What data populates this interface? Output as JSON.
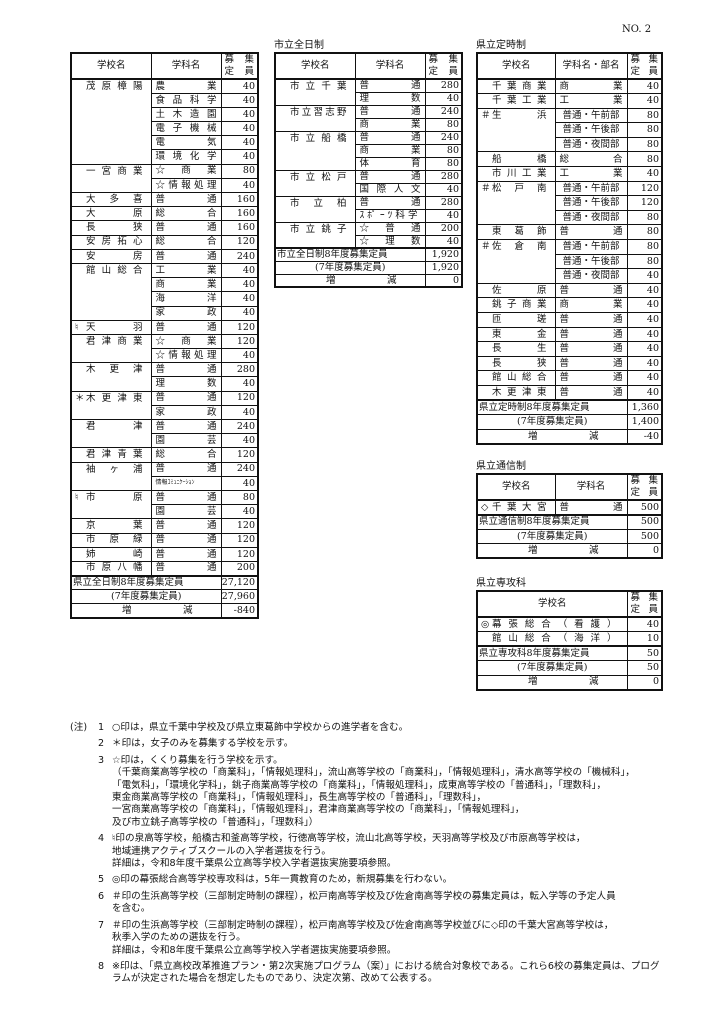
{
  "page_number": "NO. 2",
  "header_labels": {
    "school": "学校名",
    "dept": "学科名",
    "dept_part": "学科名・部名",
    "cap_top": [
      "募",
      "集"
    ],
    "cap_bottom": [
      "定",
      "員"
    ]
  },
  "kenritsu_zennichi": {
    "schools": [
      {
        "mark": "",
        "name": "茂原樟陽",
        "depts": [
          {
            "name": "農業",
            "cap": "40"
          },
          {
            "name": "食品科学",
            "cap": "40"
          },
          {
            "name": "土木造園",
            "cap": "40"
          },
          {
            "name": "電子機械",
            "cap": "40"
          },
          {
            "name": "電気",
            "cap": "40"
          },
          {
            "name": "環境化学",
            "cap": "40"
          }
        ]
      },
      {
        "mark": "",
        "name": "一宮商業",
        "depts": [
          {
            "name": "☆商業",
            "cap": "80"
          },
          {
            "name": "☆情報処理",
            "cap": "40"
          }
        ]
      },
      {
        "mark": "",
        "name": "大多喜",
        "depts": [
          {
            "name": "普通",
            "cap": "160"
          }
        ]
      },
      {
        "mark": "",
        "name": "大原",
        "depts": [
          {
            "name": "総合",
            "cap": "160"
          }
        ]
      },
      {
        "mark": "",
        "name": "長狭",
        "depts": [
          {
            "name": "普通",
            "cap": "160"
          }
        ]
      },
      {
        "mark": "",
        "name": "安房拓心",
        "depts": [
          {
            "name": "総合",
            "cap": "120"
          }
        ]
      },
      {
        "mark": "",
        "name": "安房",
        "depts": [
          {
            "name": "普通",
            "cap": "240"
          }
        ]
      },
      {
        "mark": "",
        "name": "館山総合",
        "depts": [
          {
            "name": "工業",
            "cap": "40"
          },
          {
            "name": "商業",
            "cap": "40"
          },
          {
            "name": "海洋",
            "cap": "40"
          },
          {
            "name": "家政",
            "cap": "40"
          }
        ]
      },
      {
        "mark": "♮",
        "name": "天羽",
        "depts": [
          {
            "name": "普通",
            "cap": "120"
          }
        ]
      },
      {
        "mark": "",
        "name": "君津商業",
        "depts": [
          {
            "name": "☆商業",
            "cap": "120"
          },
          {
            "name": "☆情報処理",
            "cap": "40"
          }
        ]
      },
      {
        "mark": "",
        "name": "木更津",
        "depts": [
          {
            "name": "普通",
            "cap": "280"
          },
          {
            "name": "理数",
            "cap": "40"
          }
        ]
      },
      {
        "mark": "＊",
        "name": "木更津東",
        "depts": [
          {
            "name": "普通",
            "cap": "120"
          },
          {
            "name": "家政",
            "cap": "40"
          }
        ]
      },
      {
        "mark": "",
        "name": "君津",
        "depts": [
          {
            "name": "普通",
            "cap": "240"
          },
          {
            "name": "園芸",
            "cap": "40"
          }
        ]
      },
      {
        "mark": "",
        "name": "君津青葉",
        "depts": [
          {
            "name": "総合",
            "cap": "120"
          }
        ]
      },
      {
        "mark": "",
        "name": "袖ヶ浦",
        "depts": [
          {
            "name": "普通",
            "cap": "240"
          },
          {
            "name": "情報ｺﾐｭﾆｹｰｼｮﾝ",
            "cap": "40",
            "tiny": true
          }
        ]
      },
      {
        "mark": "♮",
        "name": "市原",
        "depts": [
          {
            "name": "普通",
            "cap": "80"
          },
          {
            "name": "園芸",
            "cap": "40"
          }
        ]
      },
      {
        "mark": "",
        "name": "京葉",
        "depts": [
          {
            "name": "普通",
            "cap": "120"
          }
        ]
      },
      {
        "mark": "",
        "name": "市原緑",
        "depts": [
          {
            "name": "普通",
            "cap": "120"
          }
        ]
      },
      {
        "mark": "",
        "name": "姉崎",
        "depts": [
          {
            "name": "普通",
            "cap": "120"
          }
        ]
      },
      {
        "mark": "",
        "name": "市原八幡",
        "depts": [
          {
            "name": "普通",
            "cap": "200"
          }
        ]
      }
    ],
    "summary": [
      {
        "label": "県立全日制8年度募集定員",
        "value": "27,120"
      },
      {
        "label": "(7年度募集定員)",
        "value": "27,960"
      },
      {
        "label": "増　減",
        "value": "-840"
      }
    ]
  },
  "shiritsu_zennichi": {
    "title": "市立全日制",
    "schools": [
      {
        "mark": "",
        "name": "市立千葉",
        "depts": [
          {
            "name": "普通",
            "cap": "280"
          },
          {
            "name": "理数",
            "cap": "40"
          }
        ]
      },
      {
        "mark": "",
        "name": "市立習志野",
        "depts": [
          {
            "name": "普通",
            "cap": "240"
          },
          {
            "name": "商業",
            "cap": "80"
          }
        ]
      },
      {
        "mark": "",
        "name": "市立船橋",
        "depts": [
          {
            "name": "普通",
            "cap": "240"
          },
          {
            "name": "商業",
            "cap": "80"
          },
          {
            "name": "体育",
            "cap": "80"
          }
        ]
      },
      {
        "mark": "",
        "name": "市立松戸",
        "depts": [
          {
            "name": "普通",
            "cap": "280"
          },
          {
            "name": "国際人文",
            "cap": "40"
          }
        ]
      },
      {
        "mark": "",
        "name": "市立柏",
        "depts": [
          {
            "name": "普通",
            "cap": "280"
          },
          {
            "name": "ｽﾎﾟｰﾂ科学",
            "cap": "40"
          }
        ]
      },
      {
        "mark": "",
        "name": "市立銚子",
        "depts": [
          {
            "name": "☆普通",
            "cap": "200"
          },
          {
            "name": "☆理数",
            "cap": "40"
          }
        ]
      }
    ],
    "summary": [
      {
        "label": "市立全日制8年度募集定員",
        "value": "1,920"
      },
      {
        "label": "(7年度募集定員)",
        "value": "1,920"
      },
      {
        "label": "増　減",
        "value": "0"
      }
    ]
  },
  "kenritsu_teiji": {
    "title": "県立定時制",
    "schools": [
      {
        "mark": "",
        "name": "千葉商業",
        "depts": [
          {
            "name": "商業",
            "cap": "40"
          }
        ]
      },
      {
        "mark": "",
        "name": "千葉工業",
        "depts": [
          {
            "name": "工業",
            "cap": "40"
          }
        ]
      },
      {
        "mark": "＃",
        "name": "生浜",
        "depts": [
          {
            "name": "普通・午前部",
            "cap": "80",
            "plain": true
          },
          {
            "name": "普通・午後部",
            "cap": "80",
            "plain": true
          },
          {
            "name": "普通・夜間部",
            "cap": "80",
            "plain": true
          }
        ]
      },
      {
        "mark": "",
        "name": "船橋",
        "depts": [
          {
            "name": "総合",
            "cap": "80"
          }
        ]
      },
      {
        "mark": "",
        "name": "市川工業",
        "depts": [
          {
            "name": "工業",
            "cap": "40"
          }
        ]
      },
      {
        "mark": "＃",
        "name": "松戸南",
        "depts": [
          {
            "name": "普通・午前部",
            "cap": "120",
            "plain": true
          },
          {
            "name": "普通・午後部",
            "cap": "120",
            "plain": true
          },
          {
            "name": "普通・夜間部",
            "cap": "80",
            "plain": true
          }
        ]
      },
      {
        "mark": "",
        "name": "東葛飾",
        "depts": [
          {
            "name": "普通",
            "cap": "80"
          }
        ]
      },
      {
        "mark": "＃",
        "name": "佐倉南",
        "depts": [
          {
            "name": "普通・午前部",
            "cap": "80",
            "plain": true
          },
          {
            "name": "普通・午後部",
            "cap": "80",
            "plain": true
          },
          {
            "name": "普通・夜間部",
            "cap": "40",
            "plain": true
          }
        ]
      },
      {
        "mark": "",
        "name": "佐原",
        "depts": [
          {
            "name": "普通",
            "cap": "40"
          }
        ]
      },
      {
        "mark": "",
        "name": "銚子商業",
        "depts": [
          {
            "name": "商業",
            "cap": "40"
          }
        ]
      },
      {
        "mark": "",
        "name": "匝瑳",
        "depts": [
          {
            "name": "普通",
            "cap": "40"
          }
        ]
      },
      {
        "mark": "",
        "name": "東金",
        "depts": [
          {
            "name": "普通",
            "cap": "40"
          }
        ]
      },
      {
        "mark": "",
        "name": "長生",
        "depts": [
          {
            "name": "普通",
            "cap": "40"
          }
        ]
      },
      {
        "mark": "",
        "name": "長狭",
        "depts": [
          {
            "name": "普通",
            "cap": "40"
          }
        ]
      },
      {
        "mark": "",
        "name": "館山総合",
        "depts": [
          {
            "name": "普通",
            "cap": "40"
          }
        ]
      },
      {
        "mark": "",
        "name": "木更津東",
        "depts": [
          {
            "name": "普通",
            "cap": "40"
          }
        ]
      }
    ],
    "summary": [
      {
        "label": "県立定時制8年度募集定員",
        "value": "1,360"
      },
      {
        "label": "(7年度募集定員)",
        "value": "1,400"
      },
      {
        "label": "増　減",
        "value": "-40"
      }
    ]
  },
  "kenritsu_tsushin": {
    "title": "県立通信制",
    "schools": [
      {
        "mark": "◇",
        "name": "千葉大宮",
        "depts": [
          {
            "name": "普通",
            "cap": "500"
          }
        ]
      }
    ],
    "summary": [
      {
        "label": "県立通信制8年度募集定員",
        "value": "500"
      },
      {
        "label": "(7年度募集定員)",
        "value": "500"
      },
      {
        "label": "増　減",
        "value": "0"
      }
    ]
  },
  "kenritsu_senkou": {
    "title": "県立専攻科",
    "schools": [
      {
        "mark": "◎",
        "name": "幕張総合（看護）",
        "cap": "40"
      },
      {
        "mark": "",
        "name": "館山総合（海洋）",
        "cap": "10"
      }
    ],
    "summary": [
      {
        "label": "県立専攻科8年度募集定員",
        "value": "50"
      },
      {
        "label": "(7年度募集定員)",
        "value": "50"
      },
      {
        "label": "増　減",
        "value": "0"
      }
    ]
  },
  "notes": {
    "prefix": "(注)",
    "items": [
      {
        "num": "1",
        "lines": [
          "○印は，県立千葉中学校及び県立東葛飾中学校からの進学者を含む。"
        ]
      },
      {
        "num": "2",
        "lines": [
          "＊印は，女子のみを募集する学校を示す。"
        ]
      },
      {
        "num": "3",
        "lines": [
          "☆印は，くくり募集を行う学校を示す。",
          "（千葉商業高等学校の「商業科」，「情報処理科」，流山高等学校の「商業科」，「情報処理科」，清水高等学校の「機械科」，",
          "「電気科」，「環境化学科」，銚子商業高等学校の「商業科」，「情報処理科」，成東高等学校の「普通科」，「理数科」，",
          "東金商業高等学校の「商業科」，「情報処理科」，長生高等学校の「普通科」，「理数科」，",
          "一宮商業高等学校の「商業科」，「情報処理科」，君津商業高等学校の「商業科」，「情報処理科」，",
          "及び市立銚子高等学校の「普通科」，「理数科」）"
        ]
      },
      {
        "num": "4",
        "lines": [
          "♮印の泉高等学校，船橋古和釜高等学校，行徳高等学校，流山北高等学校，天羽高等学校及び市原高等学校は，",
          "地域連携アクティブスクールの入学者選抜を行う。",
          "詳細は，令和8年度千葉県公立高等学校入学者選抜実施要項参照。"
        ]
      },
      {
        "num": "5",
        "lines": [
          "◎印の幕張総合高等学校専攻科は，5年一貫教育のため，新規募集を行わない。"
        ]
      },
      {
        "num": "6",
        "lines": [
          "＃印の生浜高等学校（三部制定時制の課程），松戸南高等学校及び佐倉南高等学校の募集定員は，転入学等の予定人員",
          "を含む。"
        ]
      },
      {
        "num": "7",
        "lines": [
          "＃印の生浜高等学校（三部制定時制の課程），松戸南高等学校及び佐倉南高等学校並びに◇印の千葉大宮高等学校は，",
          "秋季入学のための選抜を行う。",
          "詳細は，令和8年度千葉県公立高等学校入学者選抜実施要項参照。"
        ]
      },
      {
        "num": "8",
        "lines": [
          "※印は、「県立高校改革推進プラン・第2次実施プログラム（案）」における統合対象校である。これら6校の募集定員は、プログ",
          "ラムが決定された場合を想定したものであり、決定次第、改めて公表する。"
        ]
      }
    ]
  }
}
